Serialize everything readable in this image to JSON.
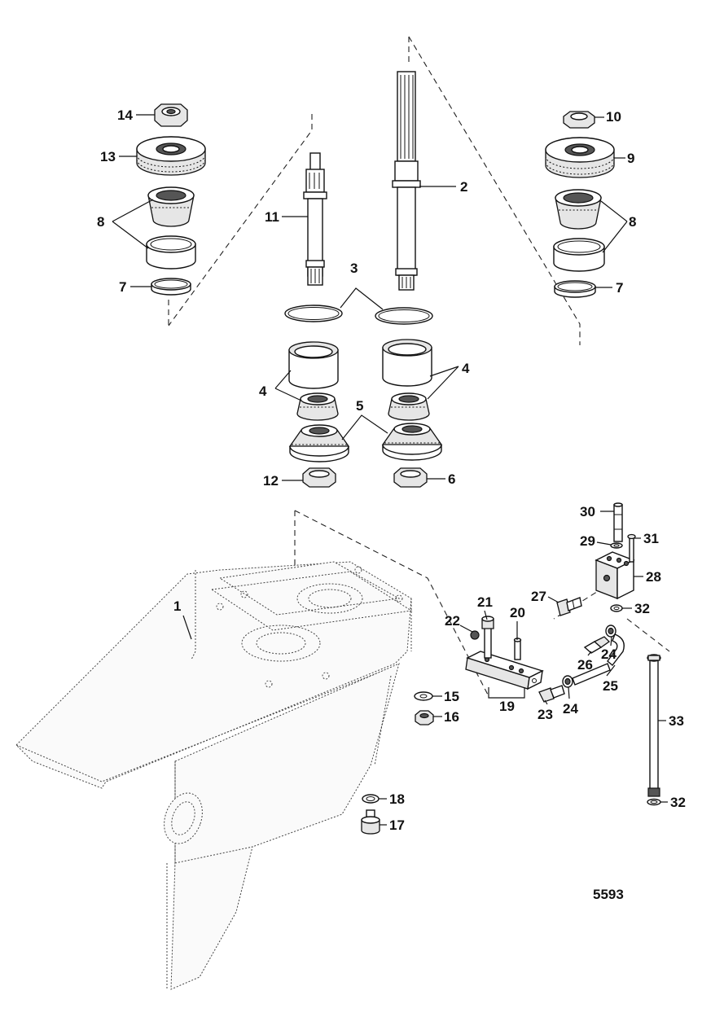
{
  "figure_number": "5593",
  "callouts": {
    "c1": "1",
    "c2": "2",
    "c3": "3",
    "c4a": "4",
    "c4b": "4",
    "c5": "5",
    "c6": "6",
    "c7a": "7",
    "c7b": "7",
    "c8a": "8",
    "c8b": "8",
    "c9": "9",
    "c10": "10",
    "c11": "11",
    "c12": "12",
    "c13": "13",
    "c14": "14",
    "c15": "15",
    "c16": "16",
    "c17": "17",
    "c18": "18",
    "c19": "19",
    "c20": "20",
    "c21": "21",
    "c22": "22",
    "c23": "23",
    "c24a": "24",
    "c24b": "24",
    "c25": "25",
    "c26": "26",
    "c27": "27",
    "c28": "28",
    "c29": "29",
    "c30": "30",
    "c31": "31",
    "c32a": "32",
    "c32b": "32",
    "c33": "33"
  }
}
